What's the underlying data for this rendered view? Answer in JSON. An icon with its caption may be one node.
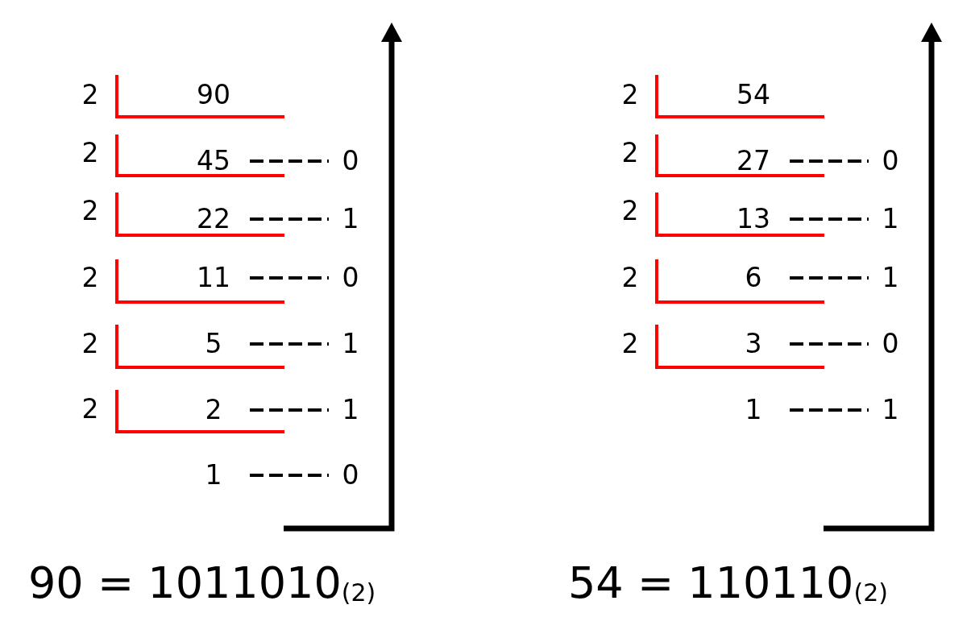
{
  "diagram": {
    "nodes": [
      {
        "text": [
          "45"
        ]
      },
      {
        "text": [
          "0"
        ]
      },
      {
        "text": [
          "22"
        ]
      },
      {
        "text": [
          "1"
        ]
      },
      {
        "text": [
          "11"
        ]
      },
      {
        "text": [
          "0"
        ]
      },
      {
        "text": [
          "5"
        ]
      },
      {
        "text": [
          "1"
        ]
      },
      {
        "text": [
          "2"
        ]
      },
      {
        "text": [
          "1"
        ]
      },
      {
        "text": [
          "1"
        ]
      },
      {
        "text": [
          "0"
        ]
      },
      {
        "text": [
          "27"
        ]
      },
      {
        "text": [
          "0"
        ]
      },
      {
        "text": [
          "13"
        ]
      },
      {
        "text": [
          "1"
        ]
      },
      {
        "text": [
          "6"
        ]
      },
      {
        "text": [
          "1"
        ]
      },
      {
        "text": [
          "3"
        ]
      },
      {
        "text": [
          "0"
        ]
      },
      {
        "text": [
          "1"
        ]
      },
      {
        "text": [
          "1"
        ]
      }
    ],
    "edges": [
      {
        "from": 0,
        "to": 1,
        "arrow": "none",
        "style": "dashed"
      },
      {
        "from": 2,
        "to": 3,
        "arrow": "none",
        "style": "dashed"
      },
      {
        "from": 4,
        "to": 5,
        "arrow": "none",
        "style": "dashed"
      },
      {
        "from": 6,
        "to": 7,
        "arrow": "none",
        "style": "dashed"
      },
      {
        "from": 8,
        "to": 9,
        "arrow": "none",
        "style": "dashed"
      },
      {
        "from": 10,
        "to": 11,
        "arrow": "none",
        "style": "dashed"
      },
      {
        "from": 12,
        "to": 13,
        "arrow": "none",
        "style": "dashed"
      },
      {
        "from": 14,
        "to": 15,
        "arrow": "none",
        "style": "dashed"
      },
      {
        "from": 16,
        "to": 17,
        "arrow": "none",
        "style": "dashed"
      },
      {
        "from": 18,
        "to": 19,
        "arrow": "none",
        "style": "dashed"
      },
      {
        "from": 20,
        "to": 21,
        "arrow": "none",
        "style": "dashed"
      }
    ],
    "labels": [
      "2",
      "2",
      "2",
      "2",
      "2",
      "2",
      "90",
      "2",
      "2",
      "2",
      "2",
      "2",
      "54",
      "90 = 1011010$_{(2)}$",
      "54 = 110110$_{(2)}$"
    ]
  }
}
